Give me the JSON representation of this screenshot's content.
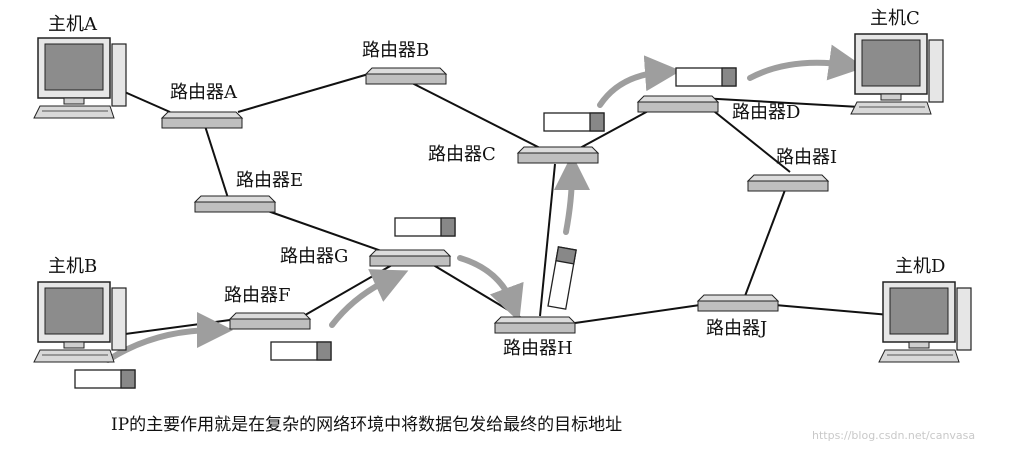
{
  "hosts": {
    "a": "主机A",
    "b": "主机B",
    "c": "主机C",
    "d": "主机D"
  },
  "routers": {
    "a": "路由器A",
    "b": "路由器B",
    "c": "路由器C",
    "d": "路由器D",
    "e": "路由器E",
    "f": "路由器F",
    "g": "路由器G",
    "h": "路由器H",
    "i": "路由器I",
    "j": "路由器J"
  },
  "caption": "IP的主要作用就是在复杂的网络环境中将数据包发给最终的目标地址",
  "watermark": "https://blog.csdn.net/canvasa",
  "colors": {
    "router_face": "#bfbfbf",
    "router_top": "#dcdcdc",
    "arrow": "#9e9e9e",
    "packet_tail": "#888888",
    "line": "#111111"
  }
}
